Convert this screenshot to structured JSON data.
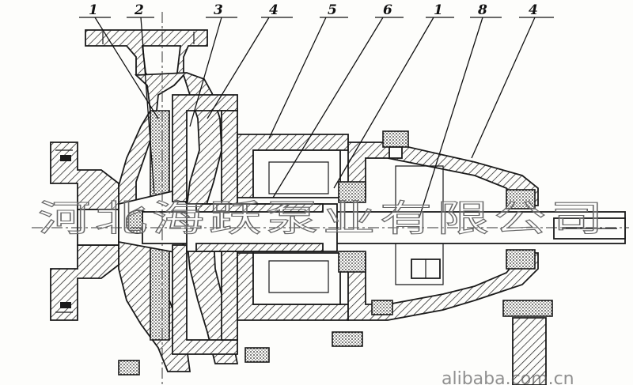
{
  "callouts": [
    {
      "id": "1",
      "label": "1"
    },
    {
      "id": "2",
      "label": "2"
    },
    {
      "id": "3",
      "label": "3"
    },
    {
      "id": "4",
      "label": "4"
    },
    {
      "id": "5",
      "label": "5"
    },
    {
      "id": "6",
      "label": "6"
    },
    {
      "id": "7",
      "label": "1"
    },
    {
      "id": "8",
      "label": "8"
    },
    {
      "id": "9",
      "label": "4"
    }
  ],
  "watermark": {
    "text": "河北海跃泵业有限公司"
  },
  "footer": {
    "url_fragment": "alibaba.com.cn"
  }
}
